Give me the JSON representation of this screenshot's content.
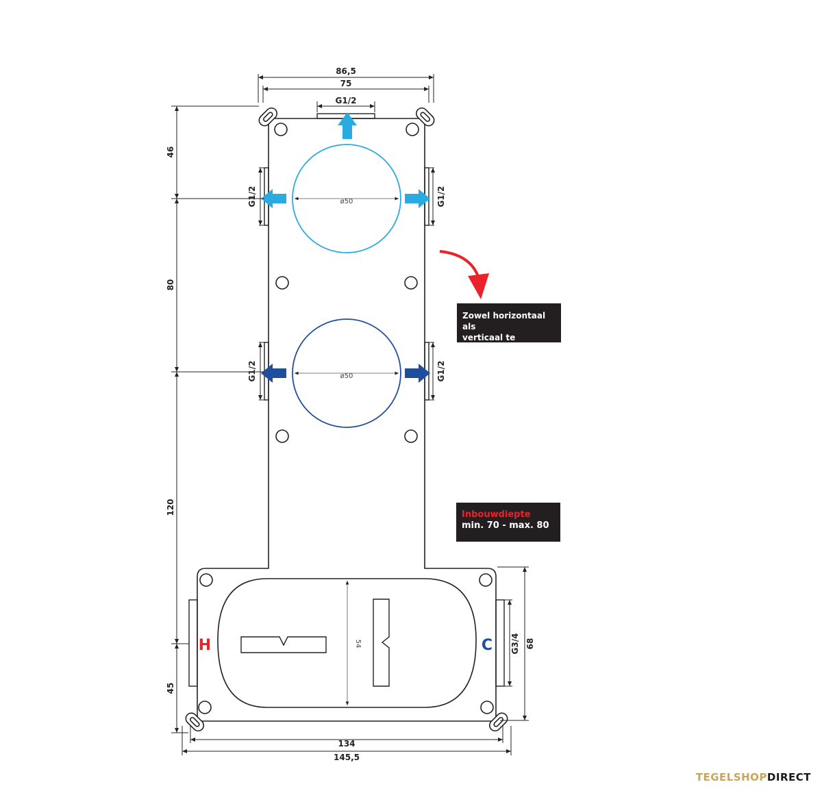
{
  "dimensions": {
    "top_outer": "86,5",
    "top_inner": "75",
    "top_connection": "G1/2",
    "left_1": "46",
    "left_2": "80",
    "left_3": "120",
    "left_4": "45",
    "port_upper_left": "G1/2",
    "port_upper_right": "G1/2",
    "port_lower_left": "G1/2",
    "port_lower_right": "G1/2",
    "circle_upper": "ø50",
    "circle_lower": "ø50",
    "body_height": "54",
    "right_port": "G3/4",
    "right_height": "68",
    "bottom_inner": "134",
    "bottom_outer": "145,5"
  },
  "labels": {
    "hot": "H",
    "cold": "C"
  },
  "notes": {
    "orientation_line1": "Zowel horizontaal als",
    "orientation_line2": "verticaal te plaatsen.",
    "depth_title": "Inbouwdiepte",
    "depth_value": "min. 70 - max. 80"
  },
  "brand": {
    "part1": "TEGELSHOP",
    "part2": "DIRECT"
  },
  "colors": {
    "light_blue": "#29abe2",
    "dark_blue": "#1f4e9c",
    "red": "#e8232a",
    "line": "#222222"
  }
}
